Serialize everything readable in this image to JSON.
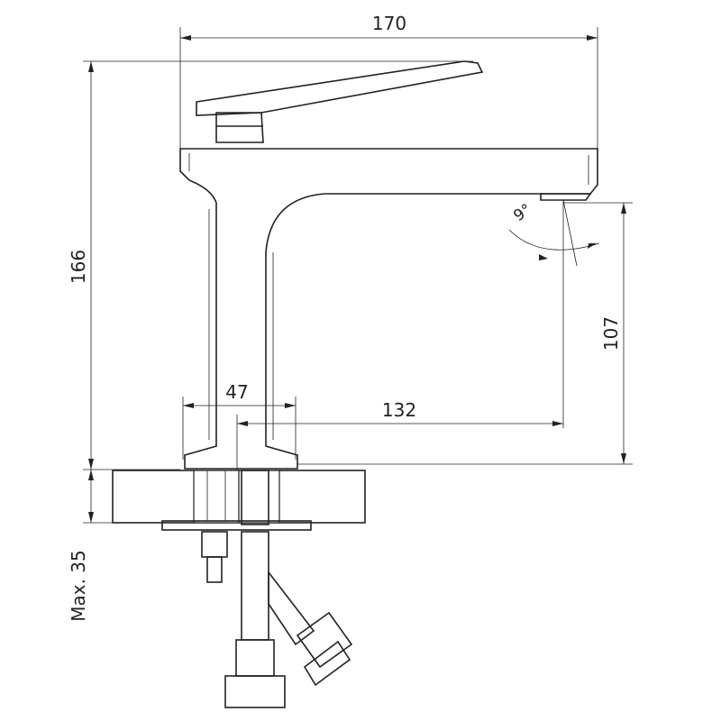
{
  "title": "Faucet dimension drawing",
  "dimensions": {
    "overall_width": "170",
    "overall_height": "166",
    "spout_height": "107",
    "body_width": "47",
    "spout_reach": "132",
    "spout_angle": "9°",
    "max_counter_thickness": "Max. 35"
  },
  "colors": {
    "line": "#222222",
    "background": "#ffffff"
  }
}
